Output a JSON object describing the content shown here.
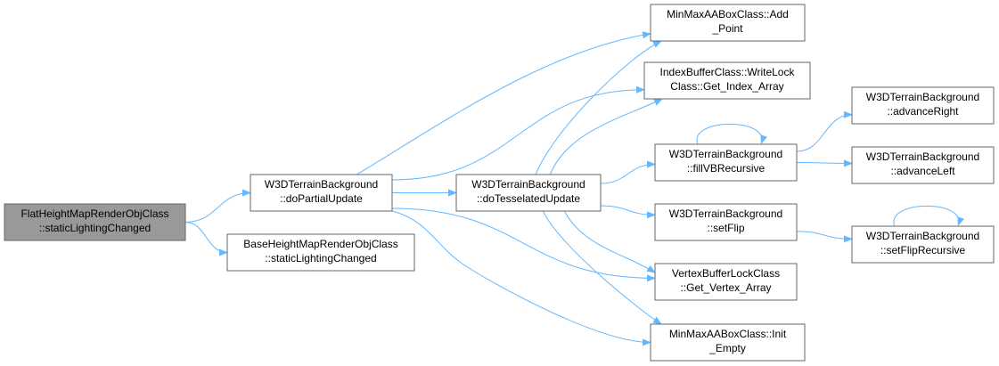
{
  "colors": {
    "edge": "#63b8ff",
    "root_fill": "#999999",
    "node_fill": "#ffffff",
    "node_border": "#666666"
  },
  "nodes": [
    {
      "id": "root",
      "lines": [
        "FlatHeightMapRenderObjClass",
        "::staticLightingChanged"
      ],
      "root": true
    },
    {
      "id": "doPartialUpdate",
      "lines": [
        "W3DTerrainBackground",
        "::doPartialUpdate"
      ]
    },
    {
      "id": "baseStatic",
      "lines": [
        "BaseHeightMapRenderObjClass",
        "::staticLightingChanged"
      ]
    },
    {
      "id": "doTesselated",
      "lines": [
        "W3DTerrainBackground",
        "::doTesselatedUpdate"
      ]
    },
    {
      "id": "addPoint",
      "lines": [
        "MinMaxAABoxClass::Add",
        "_Point"
      ]
    },
    {
      "id": "indexArray",
      "lines": [
        "IndexBufferClass::WriteLock",
        "Class::Get_Index_Array"
      ]
    },
    {
      "id": "fillVB",
      "lines": [
        "W3DTerrainBackground",
        "::fillVBRecursive"
      ]
    },
    {
      "id": "setFlip",
      "lines": [
        "W3DTerrainBackground",
        "::setFlip"
      ]
    },
    {
      "id": "vertexArray",
      "lines": [
        "VertexBufferLockClass",
        "::Get_Vertex_Array"
      ]
    },
    {
      "id": "initEmpty",
      "lines": [
        "MinMaxAABoxClass::Init",
        "_Empty"
      ]
    },
    {
      "id": "advanceRight",
      "lines": [
        "W3DTerrainBackground",
        "::advanceRight"
      ]
    },
    {
      "id": "advanceLeft",
      "lines": [
        "W3DTerrainBackground",
        "::advanceLeft"
      ]
    },
    {
      "id": "setFlipRecursive",
      "lines": [
        "W3DTerrainBackground",
        "::setFlipRecursive"
      ]
    }
  ],
  "edges": [
    {
      "from": "root",
      "to": "doPartialUpdate"
    },
    {
      "from": "root",
      "to": "baseStatic"
    },
    {
      "from": "doPartialUpdate",
      "to": "addPoint"
    },
    {
      "from": "doPartialUpdate",
      "to": "indexArray"
    },
    {
      "from": "doPartialUpdate",
      "to": "doTesselated"
    },
    {
      "from": "doPartialUpdate",
      "to": "vertexArray"
    },
    {
      "from": "doPartialUpdate",
      "to": "initEmpty"
    },
    {
      "from": "doTesselated",
      "to": "addPoint"
    },
    {
      "from": "doTesselated",
      "to": "indexArray"
    },
    {
      "from": "doTesselated",
      "to": "fillVB"
    },
    {
      "from": "doTesselated",
      "to": "setFlip"
    },
    {
      "from": "doTesselated",
      "to": "vertexArray"
    },
    {
      "from": "doTesselated",
      "to": "initEmpty"
    },
    {
      "from": "fillVB",
      "to": "fillVB"
    },
    {
      "from": "fillVB",
      "to": "advanceRight"
    },
    {
      "from": "fillVB",
      "to": "advanceLeft"
    },
    {
      "from": "setFlip",
      "to": "setFlipRecursive"
    },
    {
      "from": "setFlipRecursive",
      "to": "setFlipRecursive"
    }
  ]
}
